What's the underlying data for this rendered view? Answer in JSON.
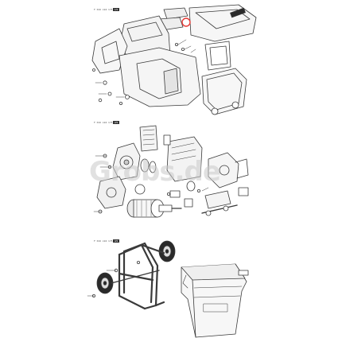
{
  "sheets": [
    {
      "code": "F 016 L94 175",
      "page": "1/3"
    },
    {
      "code": "F 016 L94 175",
      "page": "2/3"
    },
    {
      "code": "F 016 L94 175",
      "page": "3/3"
    }
  ],
  "watermark": "Grobs.de",
  "highlight_color": "#e53935",
  "colors": {
    "line": "#3a3a3a",
    "fill": "#f0f0f0",
    "dark": "#2a2a2a"
  }
}
